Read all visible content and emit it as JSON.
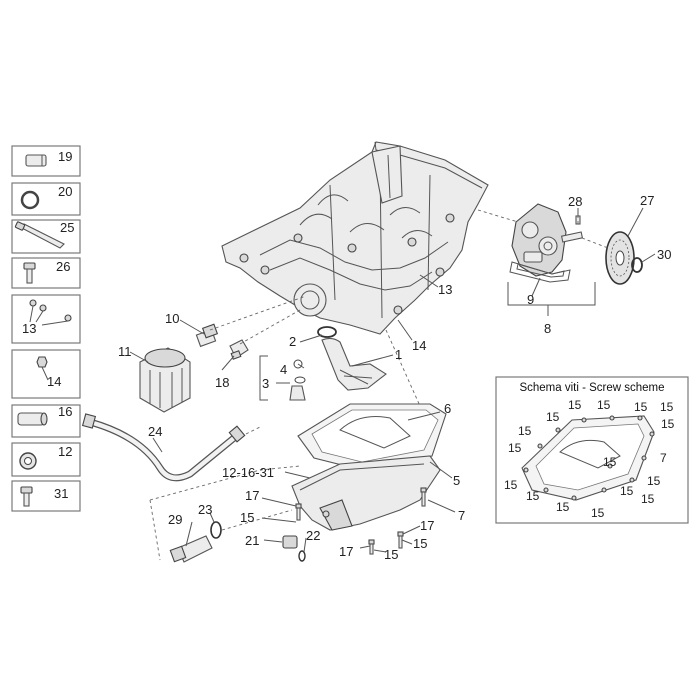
{
  "legend": [
    {
      "icon": "short-pin-icon",
      "number": "19"
    },
    {
      "icon": "o-ring-icon",
      "number": "20"
    },
    {
      "icon": "long-bolt-icon",
      "number": "25"
    },
    {
      "icon": "screw-icon",
      "number": "26"
    },
    {
      "icon": "small-screws-icon",
      "number": "13"
    },
    {
      "icon": "nut-icon",
      "number": "14"
    },
    {
      "icon": "dowel-pin-icon",
      "number": "16"
    },
    {
      "icon": "washer-icon",
      "number": "12"
    },
    {
      "icon": "bolt-icon",
      "number": "31"
    }
  ],
  "callouts": {
    "c1": "1",
    "c2": "2",
    "c3": "3",
    "c4": "4",
    "c5": "5",
    "c6": "6",
    "c7": "7",
    "c8": "8",
    "c9": "9",
    "c10": "10",
    "c11": "11",
    "c13": "13",
    "c14": "14",
    "c15a": "15",
    "c15b": "15",
    "c15c": "15",
    "c17a": "17",
    "c17b": "17",
    "c17c": "17",
    "c18": "18",
    "c21": "21",
    "c22": "22",
    "c23": "23",
    "c24": "24",
    "c27": "27",
    "c28": "28",
    "c29": "29",
    "c30": "30",
    "c121631": "12-16-31"
  },
  "scheme": {
    "title": "Schema viti - Screw scheme",
    "labels": [
      "15",
      "15",
      "15",
      "15",
      "15",
      "15",
      "15",
      "15",
      "15",
      "15",
      "15",
      "15",
      "15",
      "15",
      "15",
      "15",
      "7"
    ]
  }
}
